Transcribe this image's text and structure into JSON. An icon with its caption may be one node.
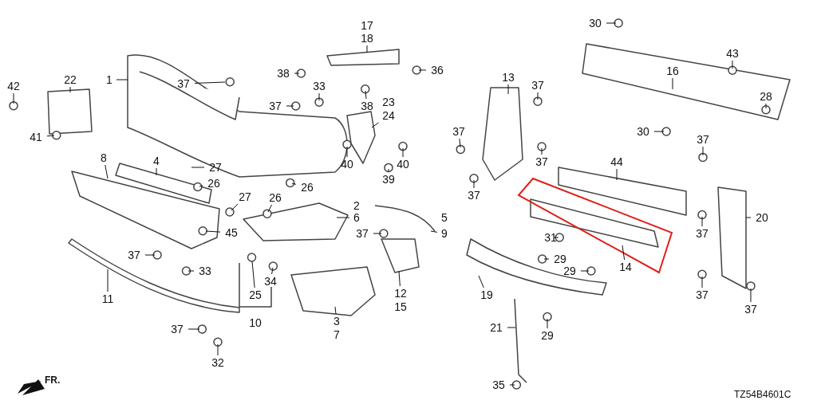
{
  "diagram": {
    "nodes": [
      {
        "text": [
          "42"
        ]
      },
      {
        "text": [
          "22"
        ]
      },
      {
        "text": [
          "41"
        ]
      },
      {
        "text": [
          "1"
        ]
      },
      {
        "text": [
          "37"
        ]
      },
      {
        "text": [
          "17"
        ]
      },
      {
        "text": [
          "18"
        ]
      },
      {
        "text": [
          "38"
        ]
      },
      {
        "text": [
          "36"
        ]
      },
      {
        "text": [
          "33"
        ]
      },
      {
        "text": [
          "37"
        ]
      },
      {
        "text": [
          "38"
        ]
      },
      {
        "text": [
          "23"
        ]
      },
      {
        "text": [
          "24"
        ]
      },
      {
        "text": [
          "40"
        ]
      },
      {
        "text": [
          "39"
        ]
      },
      {
        "text": [
          "40"
        ]
      },
      {
        "text": [
          "27"
        ]
      },
      {
        "text": [
          "26"
        ]
      },
      {
        "text": [
          "27"
        ]
      },
      {
        "text": [
          "26"
        ]
      },
      {
        "text": [
          "26"
        ]
      },
      {
        "text": [
          "8"
        ]
      },
      {
        "text": [
          "4"
        ]
      },
      {
        "text": [
          "2"
        ]
      },
      {
        "text": [
          "6"
        ]
      },
      {
        "text": [
          "5"
        ]
      },
      {
        "text": [
          "9"
        ]
      },
      {
        "text": [
          "45"
        ]
      },
      {
        "text": [
          "37"
        ]
      },
      {
        "text": [
          "37"
        ]
      },
      {
        "text": [
          "33"
        ]
      },
      {
        "text": [
          "34"
        ]
      },
      {
        "text": [
          "25"
        ]
      },
      {
        "text": [
          "10"
        ]
      },
      {
        "text": [
          "11"
        ]
      },
      {
        "text": [
          "12"
        ]
      },
      {
        "text": [
          "15"
        ]
      },
      {
        "text": [
          "3"
        ]
      },
      {
        "text": [
          "7"
        ]
      },
      {
        "text": [
          "37"
        ]
      },
      {
        "text": [
          "32"
        ]
      },
      {
        "text": [
          "13"
        ]
      },
      {
        "text": [
          "37"
        ]
      },
      {
        "text": [
          "37"
        ]
      },
      {
        "text": [
          "37"
        ]
      },
      {
        "text": [
          "37"
        ]
      },
      {
        "text": [
          "30"
        ]
      },
      {
        "text": [
          "16"
        ]
      },
      {
        "text": [
          "43"
        ]
      },
      {
        "text": [
          "28"
        ]
      },
      {
        "text": [
          "30"
        ]
      },
      {
        "text": [
          "44"
        ]
      },
      {
        "text": [
          "37"
        ]
      },
      {
        "text": [
          "20"
        ]
      },
      {
        "text": [
          "37"
        ]
      },
      {
        "text": [
          "31"
        ]
      },
      {
        "text": [
          "14"
        ]
      },
      {
        "text": [
          "29"
        ]
      },
      {
        "text": [
          "29"
        ]
      },
      {
        "text": [
          "19"
        ]
      },
      {
        "text": [
          "37"
        ]
      },
      {
        "text": [
          "37"
        ]
      },
      {
        "text": [
          "21"
        ]
      },
      {
        "text": [
          "29"
        ]
      },
      {
        "text": [
          "35"
        ]
      }
    ],
    "edges": [
      {
        "from": 0,
        "to": null,
        "arrow": "none"
      },
      {
        "from": 1,
        "to": null,
        "arrow": "none"
      },
      {
        "from": 2,
        "to": null,
        "arrow": "none"
      },
      {
        "from": 3,
        "to": null,
        "arrow": "none"
      },
      {
        "from": 4,
        "to": null,
        "arrow": "none"
      },
      {
        "from": 6,
        "to": null,
        "arrow": "none"
      },
      {
        "from": 7,
        "to": null,
        "arrow": "none"
      },
      {
        "from": 8,
        "to": null,
        "arrow": "none"
      },
      {
        "from": 9,
        "to": null,
        "arrow": "none"
      },
      {
        "from": 10,
        "to": null,
        "arrow": "none"
      },
      {
        "from": 11,
        "to": null,
        "arrow": "none"
      },
      {
        "from": 13,
        "to": null,
        "arrow": "none"
      },
      {
        "from": 14,
        "to": null,
        "arrow": "none"
      },
      {
        "from": 15,
        "to": null,
        "arrow": "none"
      },
      {
        "from": 16,
        "to": null,
        "arrow": "none"
      },
      {
        "from": 17,
        "to": null,
        "arrow": "none"
      },
      {
        "from": 18,
        "to": null,
        "arrow": "none"
      },
      {
        "from": 19,
        "to": null,
        "arrow": "none"
      },
      {
        "from": 20,
        "to": null,
        "arrow": "none"
      },
      {
        "from": 21,
        "to": null,
        "arrow": "none"
      },
      {
        "from": 22,
        "to": null,
        "arrow": "none"
      },
      {
        "from": 23,
        "to": null,
        "arrow": "none"
      },
      {
        "from": 25,
        "to": null,
        "arrow": "none"
      },
      {
        "from": 27,
        "to": null,
        "arrow": "none"
      },
      {
        "from": 28,
        "to": null,
        "arrow": "none"
      },
      {
        "from": 29,
        "to": null,
        "arrow": "none"
      },
      {
        "from": 30,
        "to": null,
        "arrow": "none"
      },
      {
        "from": 31,
        "to": null,
        "arrow": "none"
      },
      {
        "from": 32,
        "to": null,
        "arrow": "none"
      },
      {
        "from": 33,
        "to": null,
        "arrow": "none"
      },
      {
        "from": 35,
        "to": null,
        "arrow": "none"
      },
      {
        "from": 36,
        "to": null,
        "arrow": "none"
      },
      {
        "from": 38,
        "to": null,
        "arrow": "none"
      },
      {
        "from": 40,
        "to": null,
        "arrow": "none"
      },
      {
        "from": 41,
        "to": null,
        "arrow": "none"
      },
      {
        "from": 42,
        "to": null,
        "arrow": "none"
      },
      {
        "from": 43,
        "to": null,
        "arrow": "none"
      },
      {
        "from": 44,
        "to": null,
        "arrow": "none"
      },
      {
        "from": 45,
        "to": null,
        "arrow": "none"
      },
      {
        "from": 46,
        "to": null,
        "arrow": "none"
      },
      {
        "from": 47,
        "to": null,
        "arrow": "none"
      },
      {
        "from": 48,
        "to": null,
        "arrow": "none"
      },
      {
        "from": 49,
        "to": null,
        "arrow": "none"
      },
      {
        "from": 50,
        "to": null,
        "arrow": "none"
      },
      {
        "from": 51,
        "to": null,
        "arrow": "none"
      },
      {
        "from": 52,
        "to": null,
        "arrow": "none"
      },
      {
        "from": 53,
        "to": null,
        "arrow": "none"
      },
      {
        "from": 54,
        "to": null,
        "arrow": "none"
      },
      {
        "from": 55,
        "to": null,
        "arrow": "none"
      },
      {
        "from": 56,
        "to": null,
        "arrow": "none"
      },
      {
        "from": 57,
        "to": null,
        "arrow": "none"
      },
      {
        "from": 58,
        "to": null,
        "arrow": "none"
      },
      {
        "from": 59,
        "to": null,
        "arrow": "none"
      },
      {
        "from": 60,
        "to": null,
        "arrow": "none"
      },
      {
        "from": 61,
        "to": null,
        "arrow": "none"
      },
      {
        "from": 62,
        "to": null,
        "arrow": "none"
      },
      {
        "from": 63,
        "to": null,
        "arrow": "none"
      },
      {
        "from": 64,
        "to": null,
        "arrow": "none"
      },
      {
        "from": 65,
        "to": null,
        "arrow": "none"
      }
    ],
    "labels": [
      "FR.",
      "TZ54B4601C"
    ]
  }
}
